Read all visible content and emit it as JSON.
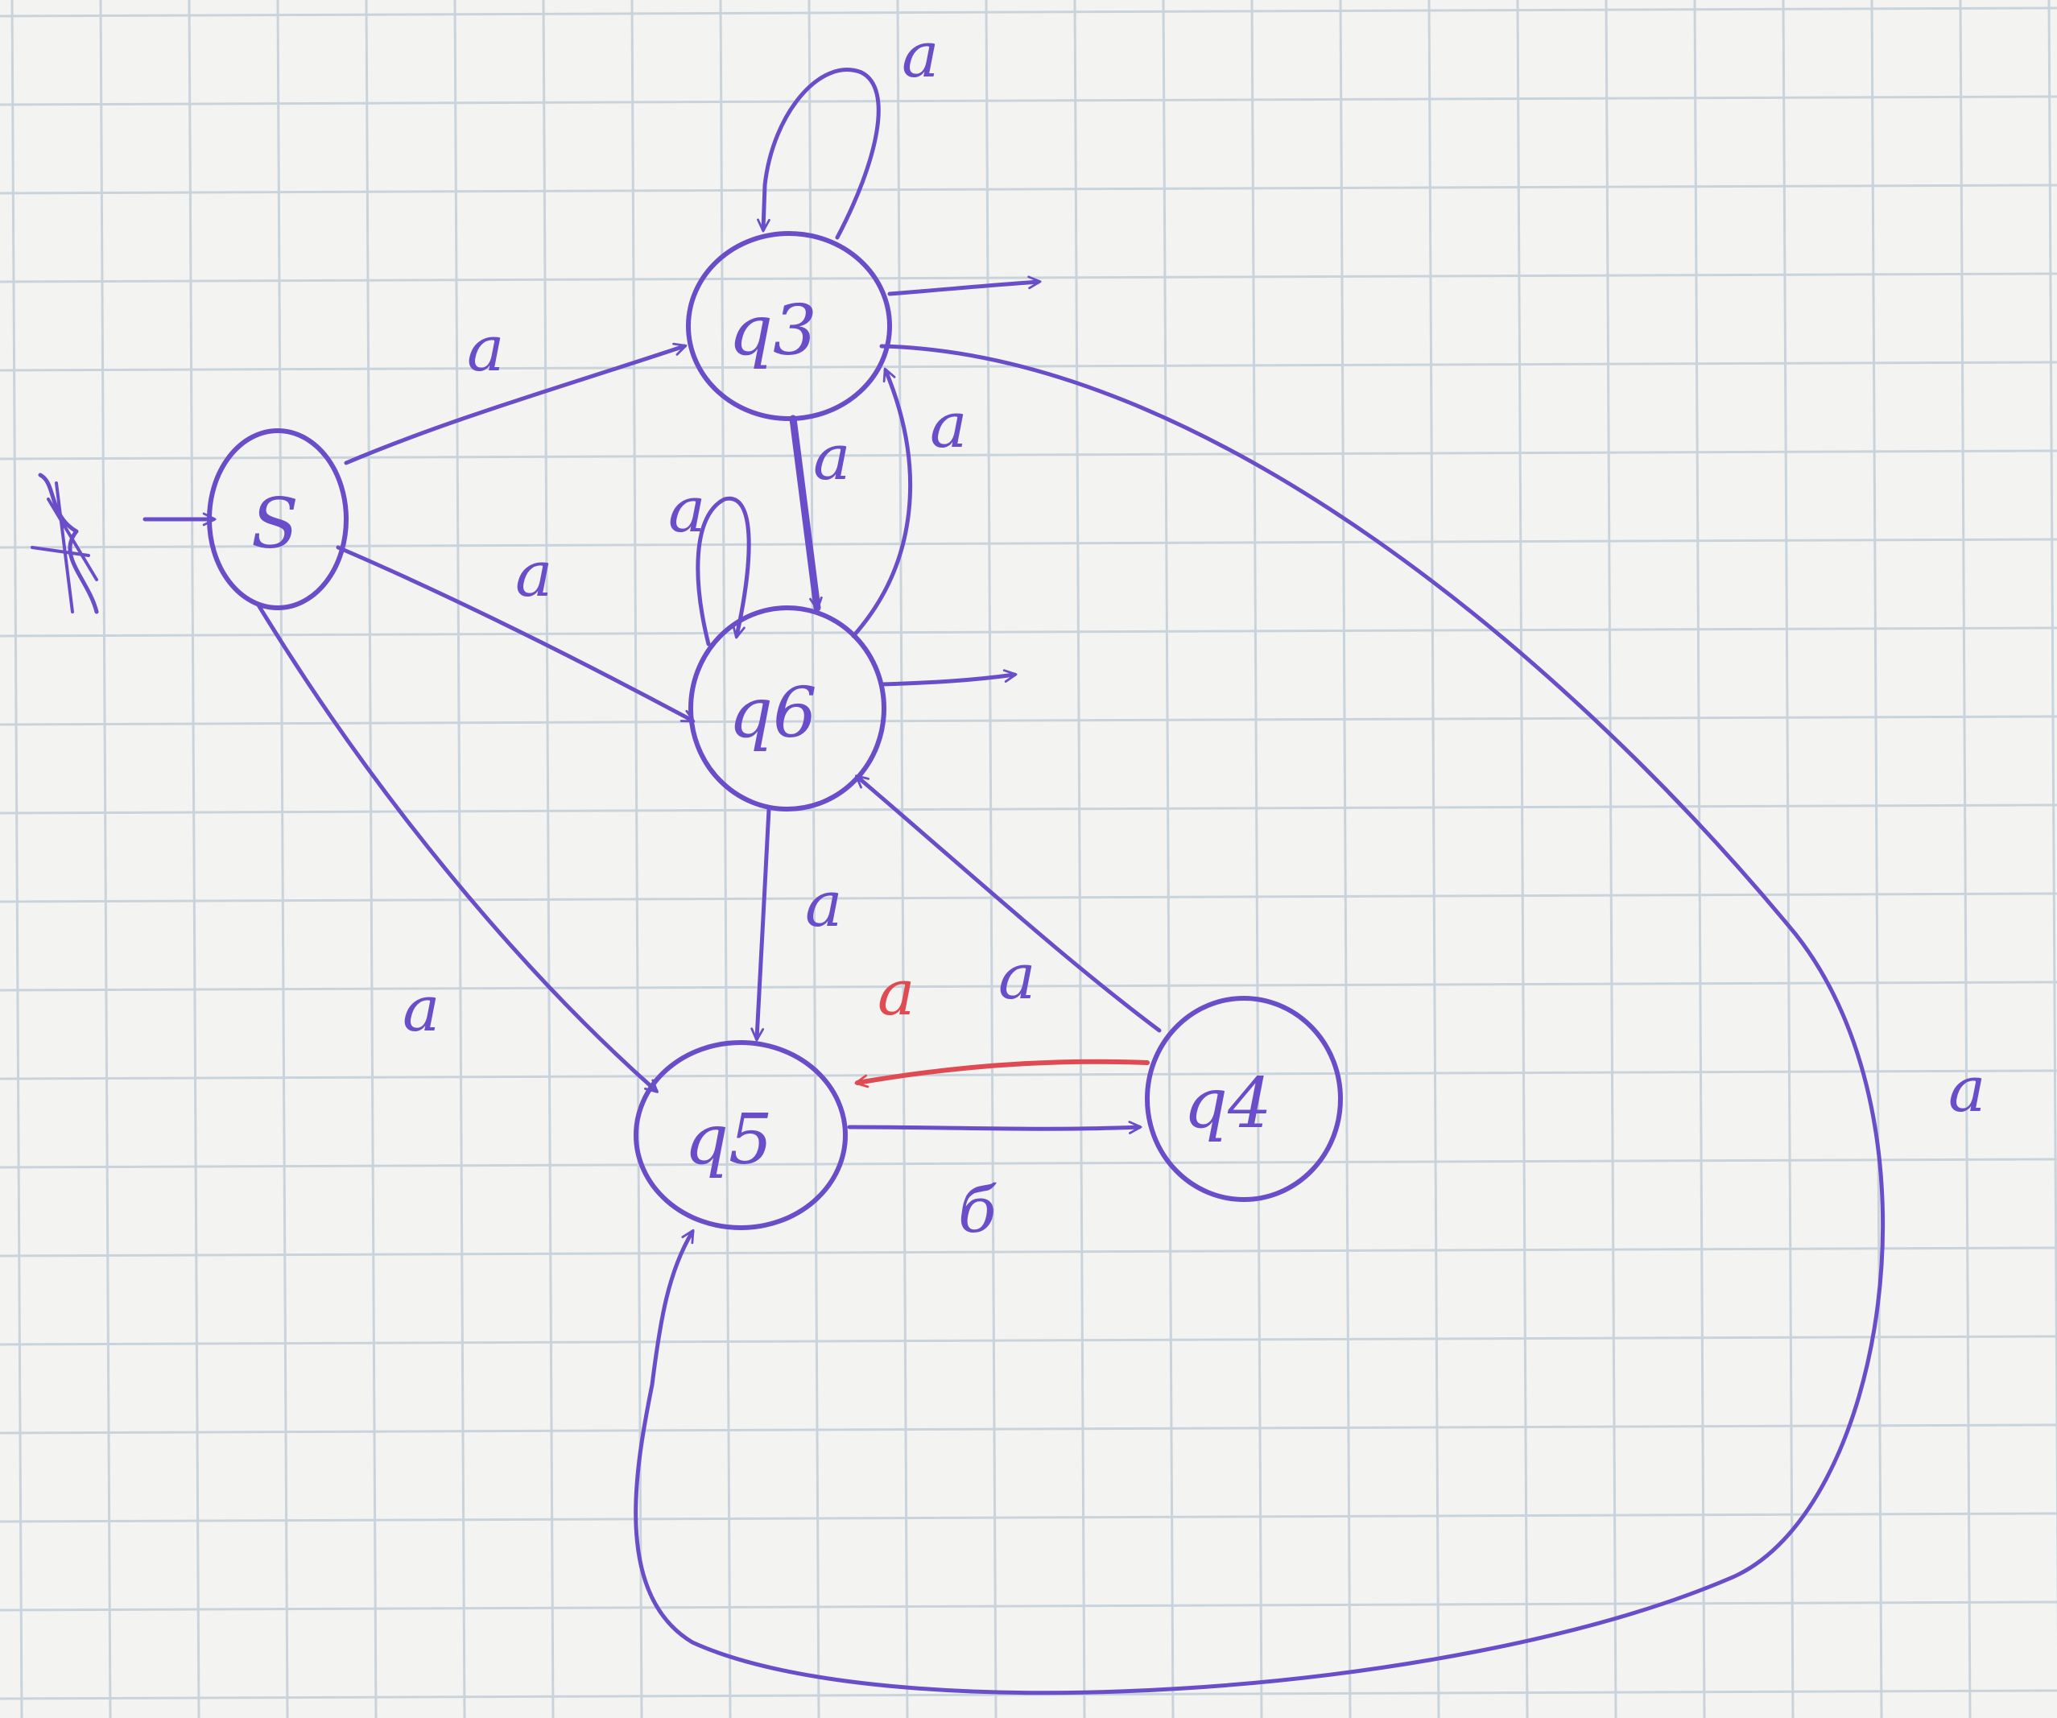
{
  "colors": {
    "paper": "#f3f4f1",
    "grid": "#c9d3dc",
    "ink": "#6a4ec9",
    "red_ink": "#e04a52"
  },
  "states": [
    {
      "id": "S",
      "label": "S",
      "initial": true,
      "final": false
    },
    {
      "id": "q3",
      "label": "q3",
      "initial": false,
      "final": true
    },
    {
      "id": "q6",
      "label": "q6",
      "initial": false,
      "final": true
    },
    {
      "id": "q5",
      "label": "q5",
      "initial": false,
      "final": false
    },
    {
      "id": "q4",
      "label": "q4",
      "initial": false,
      "final": false
    }
  ],
  "transitions": [
    {
      "from": "S",
      "to": "q3",
      "label": "a"
    },
    {
      "from": "S",
      "to": "q6",
      "label": "a"
    },
    {
      "from": "S",
      "to": "q5",
      "label": "a"
    },
    {
      "from": "q3",
      "to": "q3",
      "label": "a"
    },
    {
      "from": "q3",
      "to": "q6",
      "label": "a"
    },
    {
      "from": "q6",
      "to": "q3",
      "label": "a"
    },
    {
      "from": "q6",
      "to": "q6",
      "label": "a"
    },
    {
      "from": "q6",
      "to": "q5",
      "label": "a"
    },
    {
      "from": "q4",
      "to": "q6",
      "label": "a"
    },
    {
      "from": "q4",
      "to": "q5",
      "label": "a",
      "color": "red"
    },
    {
      "from": "q5",
      "to": "q4",
      "label": "б"
    },
    {
      "from": "q3",
      "to": "q5",
      "label": "a"
    }
  ]
}
